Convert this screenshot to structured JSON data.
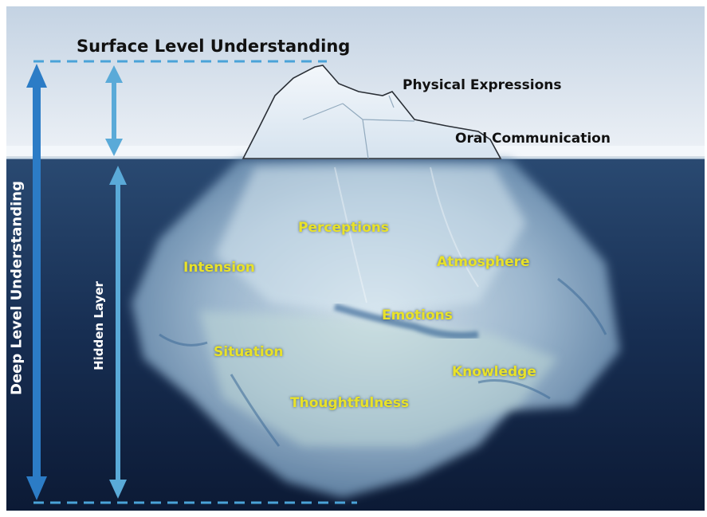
{
  "title": "Surface Level Understanding",
  "above_water": [
    "Physical Expressions",
    "Oral Communication"
  ],
  "below_water": [
    "Perceptions",
    "Intension",
    "Atmosphere",
    "Emotions",
    "Situation",
    "Knowledge",
    "Thoughtfulness"
  ],
  "side_labels": {
    "deep": "Deep Level Understanding",
    "hidden": "Hidden Layer"
  },
  "colors": {
    "sky_top": "#c9d7e6",
    "sky_bottom": "#e9eff6",
    "water_top": "#29486e",
    "water_bottom": "#0f1f3c",
    "arrow_deep": "#2f7fc7",
    "arrow_surface": "#58a9d9",
    "label_yellow": "#e9e229"
  }
}
